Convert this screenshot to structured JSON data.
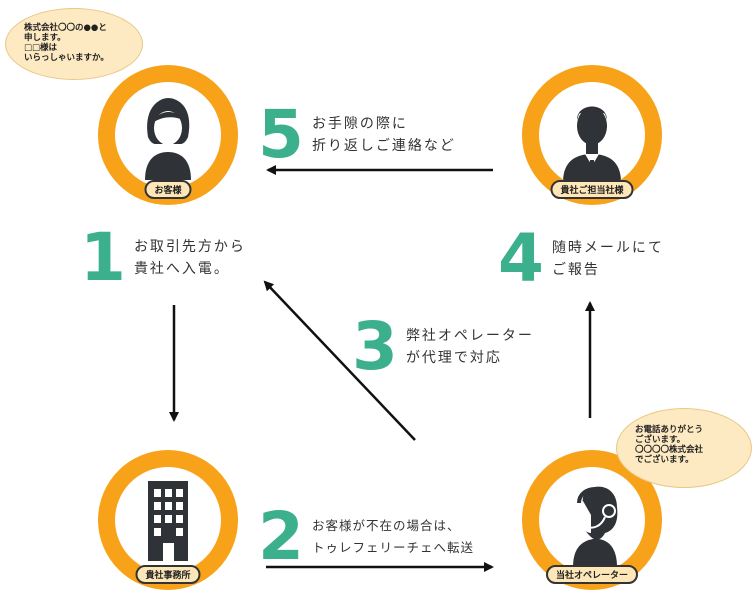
{
  "nodes": {
    "customer": {
      "label": "お客様",
      "icon": "woman-person-icon"
    },
    "person_in_charge": {
      "label": "貴社ご担当社様",
      "icon": "businessman-icon"
    },
    "client_office": {
      "label": "貴社事務所",
      "icon": "office-building-icon"
    },
    "operator": {
      "label": "当社オペレーター",
      "icon": "headset-operator-icon"
    }
  },
  "bubbles": {
    "customer": {
      "line1": "株式会社〇〇の●●と",
      "line2": "申します。",
      "line3": "□□様は",
      "line4": "いらっしゃいますか。"
    },
    "operator": {
      "line1": "お電話ありがとう",
      "line2": "ございます。",
      "line3": "〇〇〇〇株式会社",
      "line4": "でございます。"
    }
  },
  "steps": [
    {
      "number": "1",
      "line1": "お取引先方から",
      "line2": "貴社へ入電。"
    },
    {
      "number": "2",
      "line1": "お客様が不在の場合は、",
      "line2": "トゥレフェリーチェへ転送"
    },
    {
      "number": "3",
      "line1": "弊社オペレーター",
      "line2": "が代理で対応"
    },
    {
      "number": "4",
      "line1": "随時メールにて",
      "line2": "ご報告"
    },
    {
      "number": "5",
      "line1": "お手隙の際に",
      "line2": "折り返しご連絡など"
    }
  ],
  "colors": {
    "ring": "#f7a218",
    "number": "#3cb08c",
    "icon": "#2f3337",
    "pill": "#fde7b8"
  }
}
